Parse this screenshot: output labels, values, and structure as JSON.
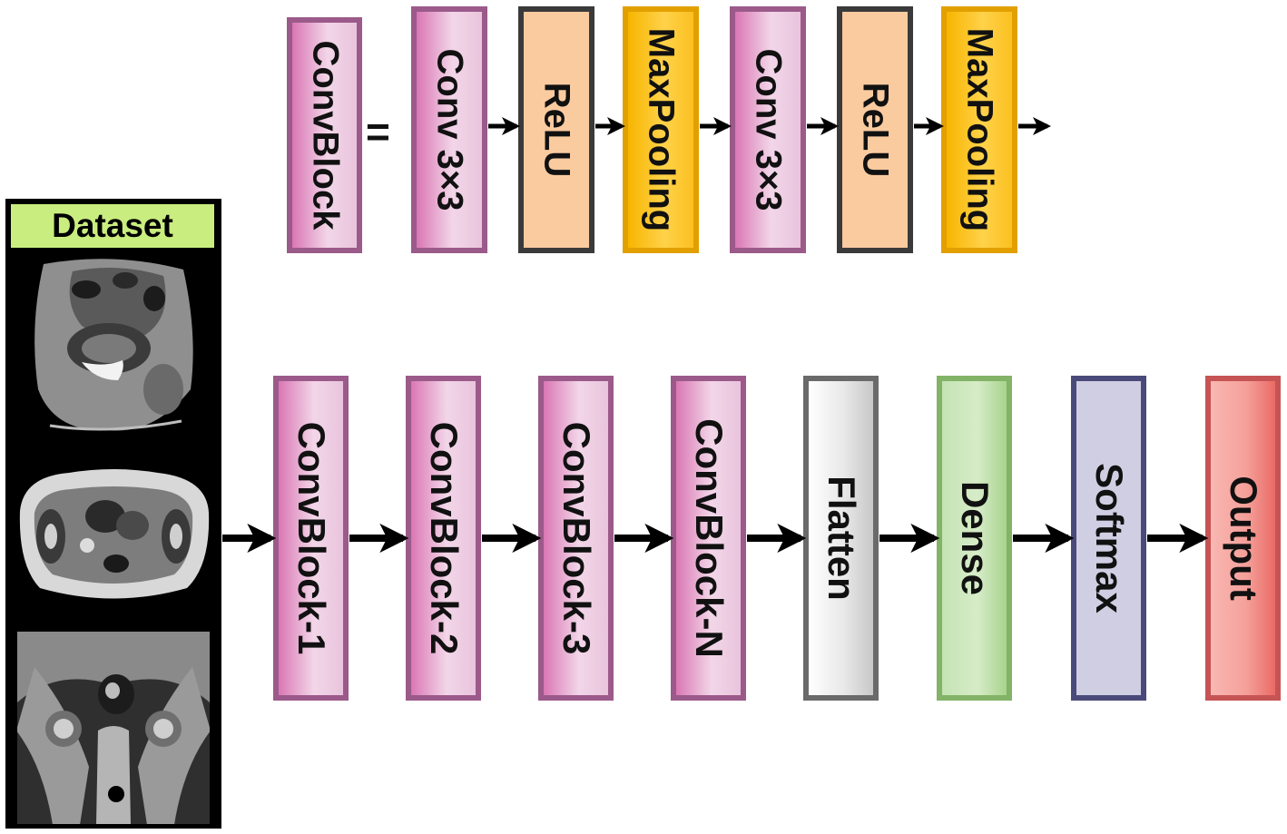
{
  "convblock_definition": {
    "name": "ConvBlock",
    "equals": "=",
    "layers": [
      "Conv 3×3",
      "ReLU",
      "MaxPooling",
      "Conv 3×3",
      "ReLU",
      "MaxPooling"
    ]
  },
  "dataset": {
    "title": "Dataset",
    "images": [
      "sagittal-mri-icon",
      "axial-mri-icon",
      "coronal-mri-icon"
    ]
  },
  "pipeline": [
    "ConvBlock-1",
    "ConvBlock-2",
    "ConvBlock-3",
    "ConvBlock-N",
    "Flatten",
    "Dense",
    "Softmax",
    "Output"
  ],
  "colors": {
    "conv": "#da77b4",
    "relu": "#fbcba0",
    "pool": "#f7b500",
    "flatten": "#e8e8e8",
    "dense": "#c5e3b4",
    "softmax": "#d0cee2",
    "output": "#f5a09a",
    "dataset_label": "#c9ed7f"
  }
}
